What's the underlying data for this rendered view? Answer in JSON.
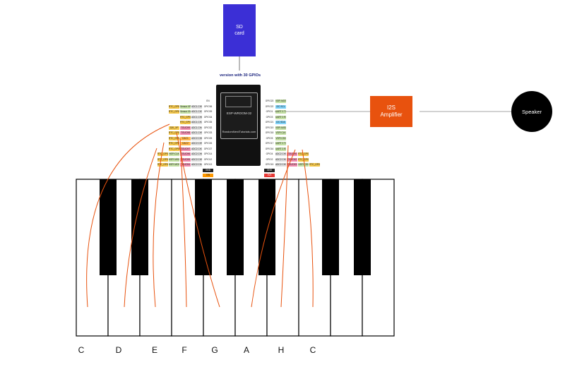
{
  "sd_card": {
    "line1": "SD",
    "line2": "card"
  },
  "board": {
    "version_label": "version with 30 GPIOs",
    "module_name": "ESP-WROOM-32",
    "brand": "RandomNerdTutorials.com"
  },
  "amplifier": {
    "line1": "I2S",
    "line2": "Amplifier"
  },
  "speaker": {
    "label": "Speaker"
  },
  "left_pins": [
    {
      "labels": [
        "",
        "",
        "EN"
      ],
      "colors": [
        "",
        "",
        "#ffffff"
      ]
    },
    {
      "labels": [
        "RTC_GPIO0",
        "Sensor VP",
        "ADC1 CH0",
        "GPIO36"
      ],
      "colors": [
        "#f5c84c",
        "#c5e1a5",
        "#e0e0e0",
        "#ffffff"
      ]
    },
    {
      "labels": [
        "RTC_GPIO3",
        "Sensor VN",
        "ADC1 CH3",
        "GPIO39"
      ],
      "colors": [
        "#f5c84c",
        "#c5e1a5",
        "#e0e0e0",
        "#ffffff"
      ]
    },
    {
      "labels": [
        "RTC_GPIO4",
        "ADC1 CH6",
        "GPIO34"
      ],
      "colors": [
        "#f5c84c",
        "#e0e0e0",
        "#ffffff"
      ]
    },
    {
      "labels": [
        "RTC_GPIO5",
        "ADC1 CH7",
        "GPIO35"
      ],
      "colors": [
        "#f5c84c",
        "#e0e0e0",
        "#ffffff"
      ]
    },
    {
      "labels": [
        "32K_XP",
        "TOUCH9",
        "ADC1 CH4",
        "GPIO32"
      ],
      "colors": [
        "#f5c84c",
        "#f48fb1",
        "#e0e0e0",
        "#ffffff"
      ]
    },
    {
      "labels": [
        "RTC_GPIO8",
        "TOUCH8",
        "ADC1 CH5",
        "GPIO33"
      ],
      "colors": [
        "#f5c84c",
        "#f48fb1",
        "#e0e0e0",
        "#ffffff"
      ]
    },
    {
      "labels": [
        "RTC_GPIO6",
        "DAC1",
        "ADC2 CH8",
        "GPIO25"
      ],
      "colors": [
        "#f5c84c",
        "#ffb74d",
        "#e0e0e0",
        "#ffffff"
      ]
    },
    {
      "labels": [
        "RTC_GPIO7",
        "DAC2",
        "ADC2 CH9",
        "GPIO26"
      ],
      "colors": [
        "#f5c84c",
        "#ffb74d",
        "#e0e0e0",
        "#ffffff"
      ]
    },
    {
      "labels": [
        "RTC_GPIO17",
        "TOUCH7",
        "ADC2 CH7",
        "GPIO27"
      ],
      "colors": [
        "#f5c84c",
        "#f48fb1",
        "#e0e0e0",
        "#ffffff"
      ]
    },
    {
      "labels": [
        "RTC_GPIO16",
        "HSPI CLK",
        "TOUCH6",
        "ADC2 CH6",
        "GPIO14"
      ],
      "colors": [
        "#f5c84c",
        "#c5e1a5",
        "#f48fb1",
        "#e0e0e0",
        "#ffffff"
      ]
    },
    {
      "labels": [
        "RTC_GPIO15",
        "HSPI MISO",
        "TOUCH5",
        "ADC2 CH5",
        "GPIO12"
      ],
      "colors": [
        "#f5c84c",
        "#c5e1a5",
        "#f48fb1",
        "#e0e0e0",
        "#ffffff"
      ]
    },
    {
      "labels": [
        "RTC_GPIO14",
        "HSPI MOSI",
        "TOUCH4",
        "ADC2 CH4",
        "GPIO13"
      ],
      "colors": [
        "#f5c84c",
        "#c5e1a5",
        "#f48fb1",
        "#e0e0e0",
        "#ffffff"
      ]
    },
    {
      "labels": [
        "",
        "",
        "GND"
      ],
      "colors": [
        "",
        "",
        "#222222"
      ]
    },
    {
      "labels": [
        "",
        "",
        "VIN"
      ],
      "colors": [
        "",
        "",
        "#ff9800"
      ]
    }
  ],
  "right_pins": [
    {
      "labels": [
        "GPIO23",
        "VSPI MOSI"
      ],
      "colors": [
        "#ffffff",
        "#c5e1a5"
      ]
    },
    {
      "labels": [
        "GPIO22",
        "I2C SCL"
      ],
      "colors": [
        "#ffffff",
        "#81d4fa"
      ]
    },
    {
      "labels": [
        "GPIO1",
        "UART 0 TX"
      ],
      "colors": [
        "#ffffff",
        "#c5e1a5"
      ]
    },
    {
      "labels": [
        "GPIO3",
        "UART 0 RX"
      ],
      "colors": [
        "#ffffff",
        "#c5e1a5"
      ]
    },
    {
      "labels": [
        "GPIO21",
        "I2C SDA"
      ],
      "colors": [
        "#ffffff",
        "#81d4fa"
      ]
    },
    {
      "labels": [
        "GPIO19",
        "VSPI MISO"
      ],
      "colors": [
        "#ffffff",
        "#c5e1a5"
      ]
    },
    {
      "labels": [
        "GPIO18",
        "VSPI CLK"
      ],
      "colors": [
        "#ffffff",
        "#c5e1a5"
      ]
    },
    {
      "labels": [
        "GPIO5",
        "VSPI CS0"
      ],
      "colors": [
        "#ffffff",
        "#c5e1a5"
      ]
    },
    {
      "labels": [
        "GPIO17",
        "UART 2 TX"
      ],
      "colors": [
        "#ffffff",
        "#c5e1a5"
      ]
    },
    {
      "labels": [
        "GPIO16",
        "UART 2 RX"
      ],
      "colors": [
        "#ffffff",
        "#c5e1a5"
      ]
    },
    {
      "labels": [
        "GPIO4",
        "ADC2 CH0",
        "TOUCH0",
        "RTC_GPIO10"
      ],
      "colors": [
        "#ffffff",
        "#e0e0e0",
        "#f48fb1",
        "#f5c84c"
      ]
    },
    {
      "labels": [
        "GPIO2",
        "ADC2 CH2",
        "TOUCH2",
        "RTC_GPIO12"
      ],
      "colors": [
        "#ffffff",
        "#e0e0e0",
        "#f48fb1",
        "#f5c84c"
      ]
    },
    {
      "labels": [
        "GPIO15",
        "ADC2 CH3",
        "TOUCH3",
        "HSPI CS0",
        "RTC_GPIO13"
      ],
      "colors": [
        "#ffffff",
        "#e0e0e0",
        "#f48fb1",
        "#c5e1a5",
        "#f5c84c"
      ]
    },
    {
      "labels": [
        "GND"
      ],
      "colors": [
        "#222222"
      ]
    },
    {
      "labels": [
        "3V3"
      ],
      "colors": [
        "#e53935"
      ]
    }
  ],
  "piano": {
    "white_key_count": 10,
    "black_key_positions": [
      1,
      2,
      4,
      5,
      6,
      8,
      9
    ],
    "note_labels": [
      "C",
      "D",
      "E",
      "F",
      "G",
      "A",
      "H",
      "C"
    ]
  },
  "colors": {
    "wire": "#e8520e",
    "sd_card": "#3b2fd6",
    "amplifier": "#e8520e",
    "speaker": "#000000",
    "connector_line": "#888888"
  }
}
